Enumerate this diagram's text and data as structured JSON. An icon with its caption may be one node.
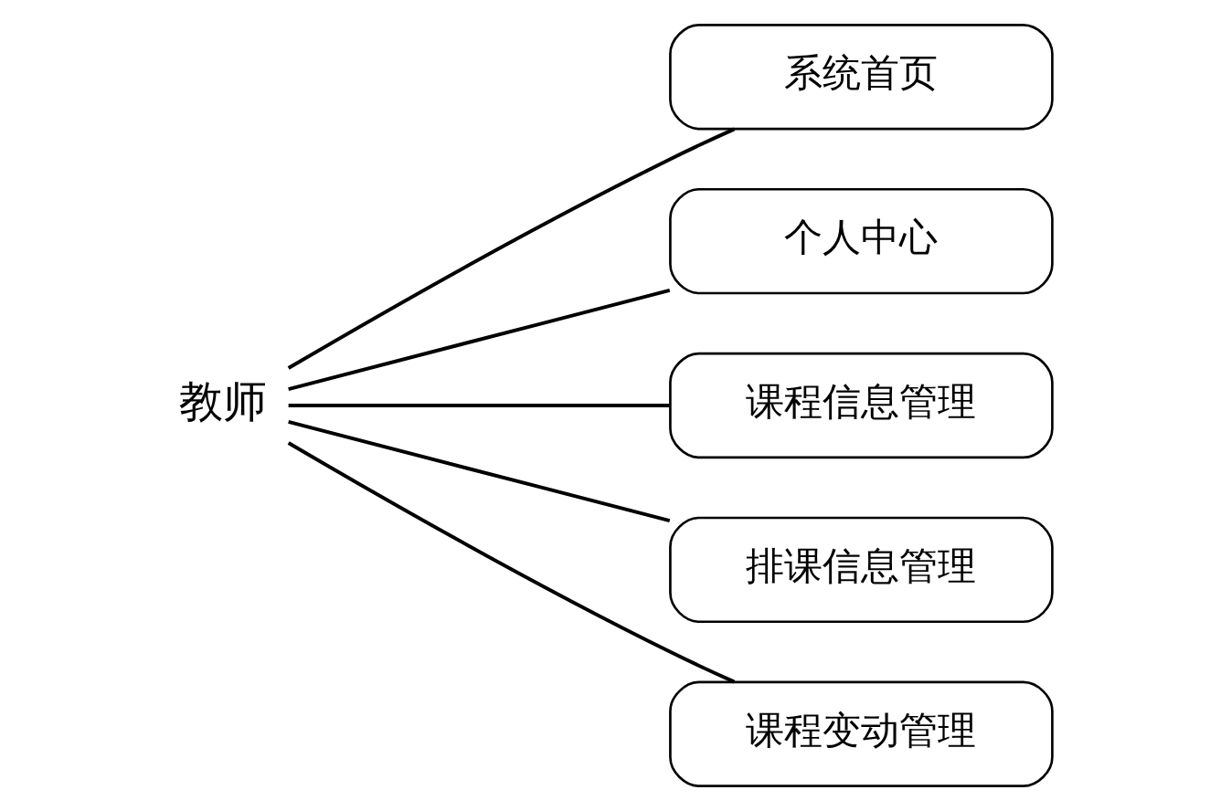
{
  "diagram": {
    "nodes": [
      {
        "text": [
          "教师"
        ]
      },
      {
        "text": [
          "系统首页"
        ]
      },
      {
        "text": [
          "个人中心"
        ]
      },
      {
        "text": [
          "课程信息管理"
        ]
      },
      {
        "text": [
          "排课信息管理"
        ]
      },
      {
        "text": [
          "课程变动管理"
        ]
      }
    ],
    "edges": [
      {
        "from": 0,
        "to": 1,
        "arrow": "none"
      },
      {
        "from": 0,
        "to": 2,
        "arrow": "none"
      },
      {
        "from": 0,
        "to": 3,
        "arrow": "none"
      },
      {
        "from": 0,
        "to": 4,
        "arrow": "none"
      },
      {
        "from": 0,
        "to": 5,
        "arrow": "none"
      }
    ]
  }
}
